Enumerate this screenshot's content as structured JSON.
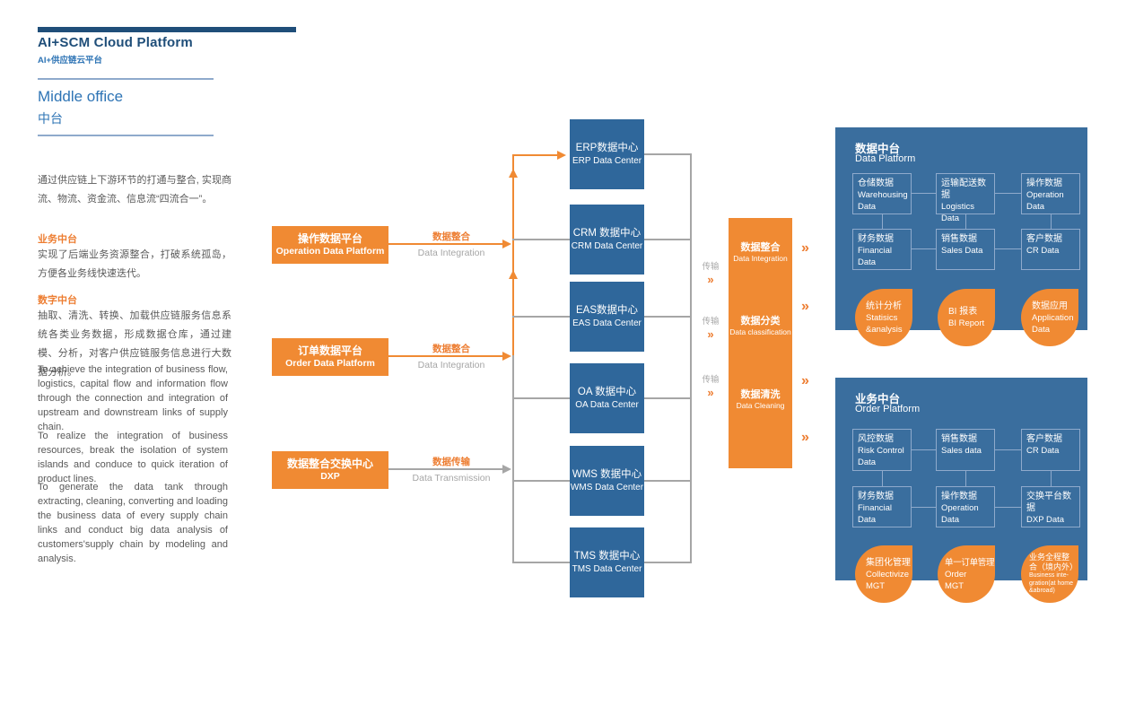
{
  "colors": {
    "navy": "#1F4E79",
    "accent_blue": "#2E74B5",
    "steel_blue": "#2F679B",
    "panel_blue": "#3A6E9E",
    "orange": "#F08A33",
    "orange_text": "#ED7D31",
    "gray": "#A6A6A6"
  },
  "header": {
    "title": "AI+SCM Cloud Platform",
    "subtitle_zh": "AI+供应链云平台",
    "section_title": "Middle office",
    "section_title_zh": "中台"
  },
  "left": {
    "intro_zh": "通过供应链上下游环节的打通与整合, 实现商流、物流、资金流、信息流“四流合一”。",
    "biz_heading": "业务中台",
    "biz_body": "实现了后端业务资源整合，打破系统孤岛，方便各业务线快速迭代。",
    "digital_heading": "数字中台",
    "digital_body": "抽取、清洗、转换、加载供应链服务信息系统各类业务数据，形成数据仓库，通过建模、分析，对客户供应链服务信息进行大数据分析。",
    "en_paragraphs": [
      "To achieve the integration of business flow, logistics, capital flow and information flow through the connection and integration of upstream and downstream  links of supply chain.",
      "To realize the integration of business resources, break the isolation of system islands and conduce to quick iteration of product lines.",
      "To generate the data tank through extracting, cleaning, converting and loading the business data of every supply chain links and conduct big  data analysis of customers'supply chain by modeling and analysis."
    ]
  },
  "flow": {
    "sources": [
      {
        "title_zh": "操作数据平台",
        "title_en": "Operation Data Platform",
        "link_zh": "数据整合",
        "link_en": "Data Integration"
      },
      {
        "title_zh": "订单数据平台",
        "title_en": "Order Data Platform",
        "link_zh": "数据整合",
        "link_en": "Data Integration"
      },
      {
        "title_zh": "数据整合交换中心",
        "title_en": "DXP",
        "link_zh": "数据传输",
        "link_en": "Data Transmission"
      }
    ],
    "data_centers": [
      {
        "zh": "ERP数据中心",
        "en": "ERP Data Center"
      },
      {
        "zh": "CRM 数据中心",
        "en": "CRM Data Center"
      },
      {
        "zh": "EAS数据中心",
        "en": "EAS Data Center"
      },
      {
        "zh": "OA 数据中心",
        "en": "OA Data Center"
      },
      {
        "zh": "WMS 数据中心",
        "en": "WMS Data Center"
      },
      {
        "zh": "TMS 数据中心",
        "en": "TMS Data Center"
      }
    ],
    "transfer_label_zh": "传输",
    "chevron": "»",
    "pipeline": [
      {
        "zh": "数据整合",
        "en": "Data Integration"
      },
      {
        "zh": "数据分类",
        "en": "Data classification"
      },
      {
        "zh": "数据清洗",
        "en": "Data Cleaning"
      }
    ]
  },
  "data_platform": {
    "title_zh": "数据中台",
    "title_en": "Data Platform",
    "boxes": [
      {
        "zh": "仓储数据",
        "en": "Warehousing Data"
      },
      {
        "zh": "运输配送数据",
        "en": "Logistics Data"
      },
      {
        "zh": "操作数据",
        "en": "Operation Data"
      },
      {
        "zh": "财务数据",
        "en": "Financial Data"
      },
      {
        "zh": "销售数据",
        "en": "Sales Data"
      },
      {
        "zh": "客户数据",
        "en": "CR Data"
      }
    ],
    "circles": [
      {
        "zh": "统计分析",
        "en": "Statisics &analysis"
      },
      {
        "zh": "BI 报表",
        "en": "BI Report"
      },
      {
        "zh": "数据应用",
        "en": "Application Data"
      }
    ]
  },
  "order_platform": {
    "title_zh": "业务中台",
    "title_en": "Order Platform",
    "boxes": [
      {
        "zh": "风控数据",
        "en": "Risk Control Data"
      },
      {
        "zh": "销售数据",
        "en": "Sales data"
      },
      {
        "zh": "客户数据",
        "en": "CR Data"
      },
      {
        "zh": "财务数据",
        "en": "Financial Data"
      },
      {
        "zh": "操作数据",
        "en": "Operation Data"
      },
      {
        "zh": "交换平台数据",
        "en": "DXP Data"
      }
    ],
    "circles": [
      {
        "zh": "集团化管理",
        "en": "Collectivize MGT"
      },
      {
        "zh": "单一订单管理",
        "en": "Order MGT"
      },
      {
        "zh": "业务全程整合（境内外）",
        "en": "Business inte-gration(at home &abroad)"
      }
    ]
  }
}
